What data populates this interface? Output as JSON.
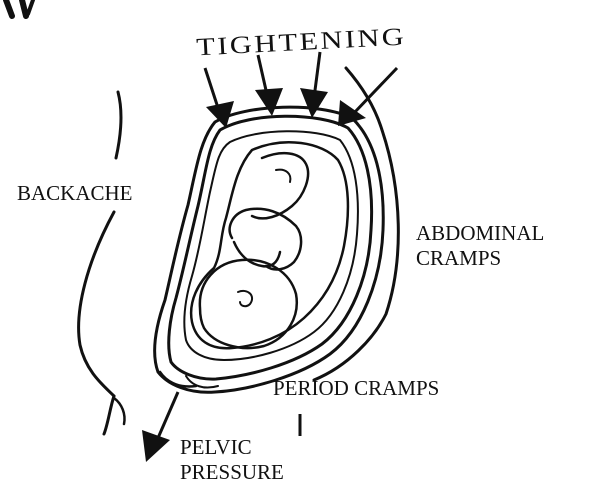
{
  "labels": {
    "tightening": "TIGHTENING",
    "backache": "BACKACHE",
    "abdominal_line1": "ABDOMINAL",
    "abdominal_line2": "CRAMPS",
    "period_cramps": "PERIOD CRAMPS",
    "pelvic_line1": "PELVIC",
    "pelvic_line2": "PRESSURE"
  },
  "colors": {
    "ink": "#111111",
    "stipple": "#bdbdbd",
    "background": "#ffffff"
  }
}
